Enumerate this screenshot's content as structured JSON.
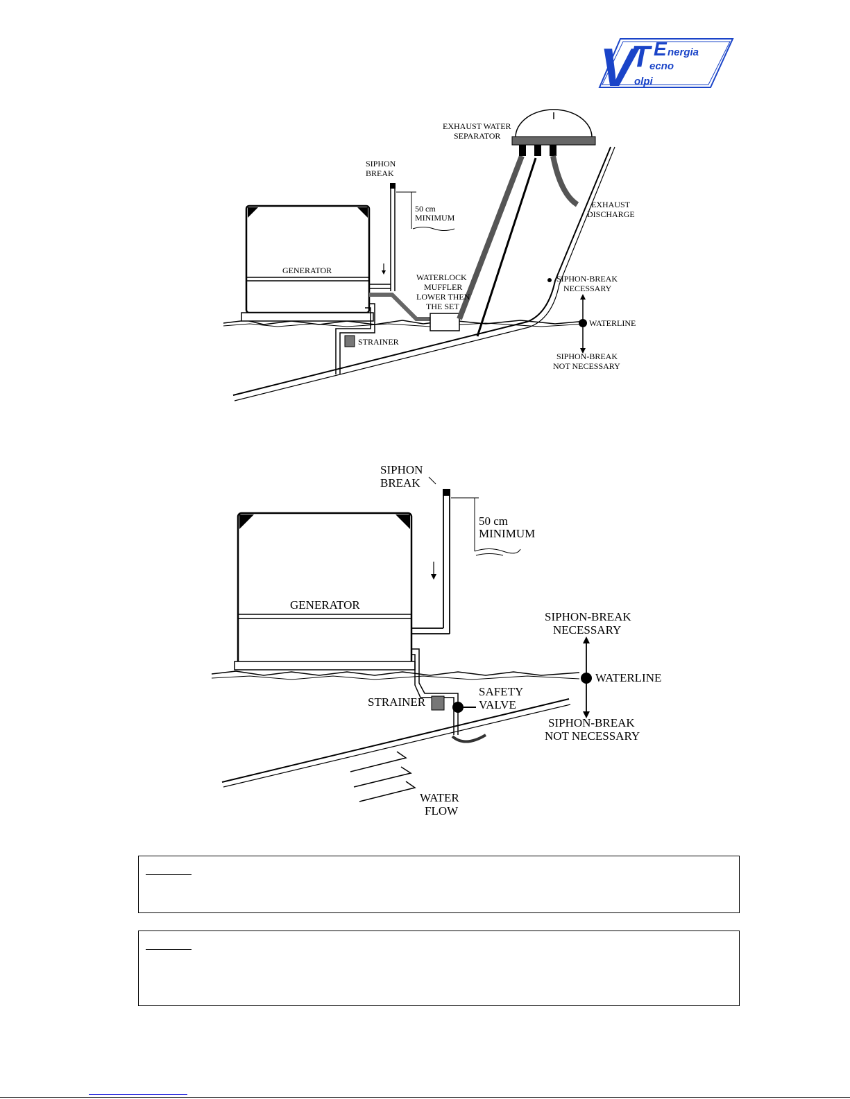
{
  "logo": {
    "letters_main": "V",
    "letters_t": "T",
    "letters_e": "E",
    "word_energia": "nergia",
    "word_tecno": "ecno",
    "word_volpi": "olpi",
    "color_blue": "#1a44c8"
  },
  "diagram_top": {
    "labels": {
      "separator_l1": "EXHAUST WATER",
      "separator_l2": "SEPARATOR",
      "siphon_l1": "SIPHON",
      "siphon_l2": "BREAK",
      "height_l1": "50 cm",
      "height_l2": "MINIMUM",
      "exhaust_l1": "EXHAUST",
      "exhaust_l2": "DISCHARGE",
      "generator": "GENERATOR",
      "muffler_l1": "WATERLOCK",
      "muffler_l2": "MUFFLER",
      "muffler_l3": "LOWER THEN",
      "muffler_l4": "THE SET",
      "sb_nec_l1": "SIPHON-BREAK",
      "sb_nec_l2": "NECESSARY",
      "waterline": "WATERLINE",
      "strainer": "STRAINER",
      "sb_not_l1": "SIPHON-BREAK",
      "sb_not_l2": "NOT NECESSARY"
    }
  },
  "diagram_bottom": {
    "labels": {
      "siphon_l1": "SIPHON",
      "siphon_l2": "BREAK",
      "height_l1": "50 cm",
      "height_l2": "MINIMUM",
      "generator": "GENERATOR",
      "sb_nec_l1": "SIPHON-BREAK",
      "sb_nec_l2": "NECESSARY",
      "waterline": "WATERLINE",
      "safety_l1": "SAFETY",
      "safety_l2": "VALVE",
      "strainer": "STRAINER",
      "sb_not_l1": "SIPHON-BREAK",
      "sb_not_l2": "NOT NECESSARY",
      "flow_l1": "WATER",
      "flow_l2": "FLOW"
    }
  },
  "notes": [
    {
      "heading": "",
      "text": ""
    },
    {
      "heading": "",
      "text": ""
    }
  ]
}
